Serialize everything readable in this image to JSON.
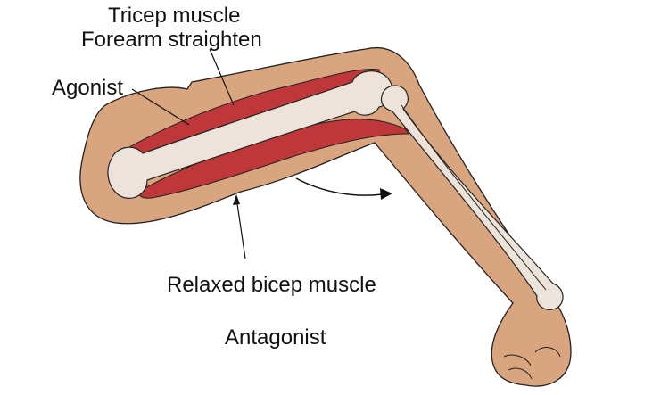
{
  "labels": {
    "tricep": "Tricep muscle",
    "forearm": "Forearm straighten",
    "agonist": "Agonist",
    "bicep": "Relaxed bicep muscle",
    "antagonist": "Antagonist"
  },
  "colors": {
    "skin": "#d9a57f",
    "muscle": "#c0373a",
    "bone": "#ece4da",
    "outline": "#222222"
  }
}
